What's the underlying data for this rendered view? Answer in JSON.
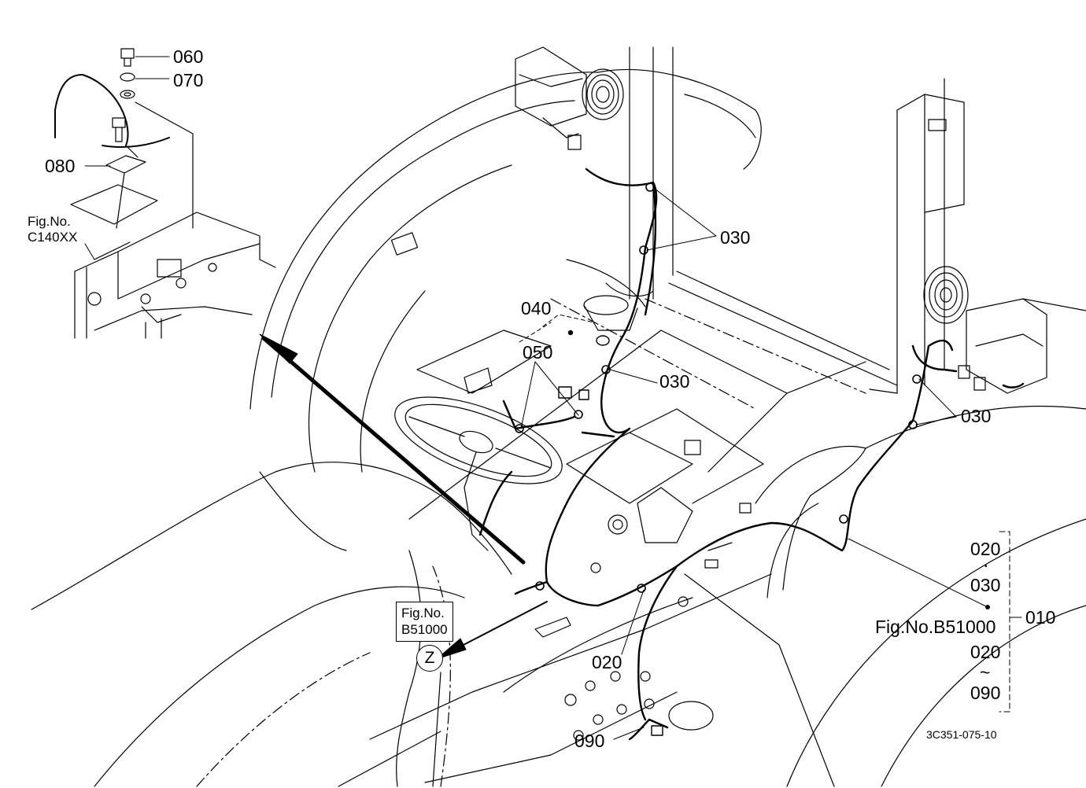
{
  "callouts": {
    "p060": "060",
    "p070": "070",
    "p080": "080",
    "p030a": "030",
    "p040": "040",
    "p050": "050",
    "p030b": "030",
    "p030c": "030",
    "p020": "020",
    "p090": "090"
  },
  "refs": {
    "fig_c140_line1": "Fig.No.",
    "fig_c140_line2": "C140XX",
    "fig_b510_line1": "Fig.No.",
    "fig_b510_line2": "B51000",
    "z_marker": "Z"
  },
  "assembly": {
    "a020": "020",
    "a_dot": "·",
    "a030": "030",
    "fig": "Fig.No.B51000",
    "b020": "020",
    "tilde": "~",
    "b090": "090",
    "group": "010"
  },
  "drawing_code": "3C351-075-10"
}
